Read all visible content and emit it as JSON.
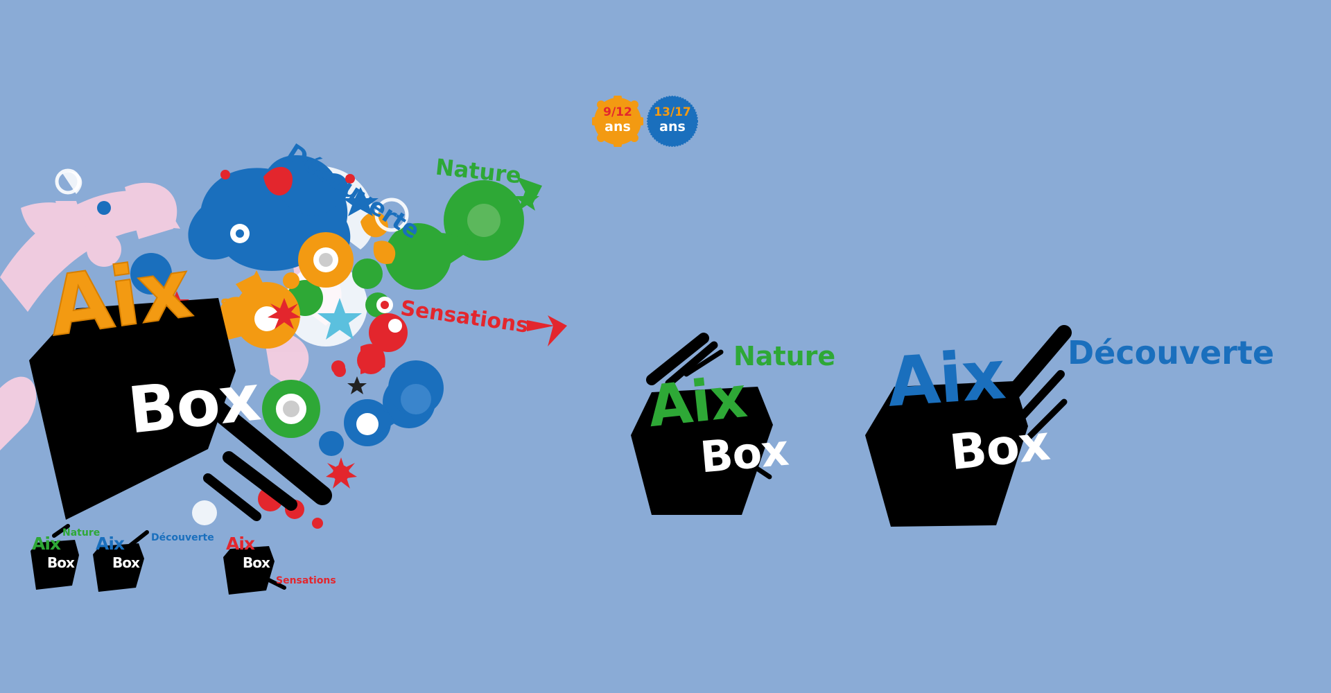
{
  "colors": {
    "background": "#8aabd6",
    "orange": "#f39a12",
    "blue": "#1a6fbd",
    "green": "#2ea836",
    "red": "#e3262d",
    "pink": "#f5cde0",
    "black": "#000000",
    "white": "#ffffff"
  },
  "hero": {
    "brand_top": "Aix",
    "brand_bottom": "Box",
    "floating_words": {
      "decouverte": "Découverte",
      "nature": "Nature",
      "sensations": "Sensations",
      "partial_s": "s"
    }
  },
  "mini_logos": [
    {
      "top": "Aix",
      "bottom": "Box",
      "category": "Nature"
    },
    {
      "top": "Aix",
      "bottom": "Box",
      "category": "Découverte"
    },
    {
      "top": "Aix",
      "bottom": "Box",
      "category": "Sensations"
    }
  ],
  "age_badges": [
    {
      "range": "9/12",
      "unit": "ans",
      "icon": "orange-gear-badge"
    },
    {
      "range": "13/17",
      "unit": "ans",
      "icon": "blue-gear-badge"
    }
  ],
  "logos": [
    {
      "top": "Aix",
      "bottom": "Box",
      "category": "Nature"
    },
    {
      "top": "Aix",
      "bottom": "Box",
      "category": "Découverte"
    }
  ]
}
